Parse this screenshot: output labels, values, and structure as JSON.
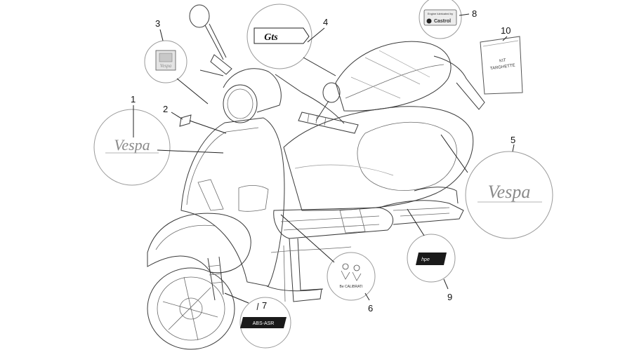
{
  "callouts": [
    {
      "number": "1"
    },
    {
      "number": "2"
    },
    {
      "number": "3"
    },
    {
      "number": "4"
    },
    {
      "number": "5"
    },
    {
      "number": "6"
    },
    {
      "number": "7"
    },
    {
      "number": "8"
    },
    {
      "number": "9"
    },
    {
      "number": "10"
    }
  ],
  "decals": {
    "vespa_logo_text": "Vespa",
    "badge_logo_text": "Vespa",
    "gts_text": "Gts",
    "castrol_header": "Engine lubricated by",
    "castrol_brand": "Castrol",
    "kit_text_1": "KIT",
    "kit_text_2": "TARGHETTE",
    "abs_text": "ABS-ASR",
    "hp_text": "hpe",
    "kids_text": "Be CALIBRATI"
  }
}
